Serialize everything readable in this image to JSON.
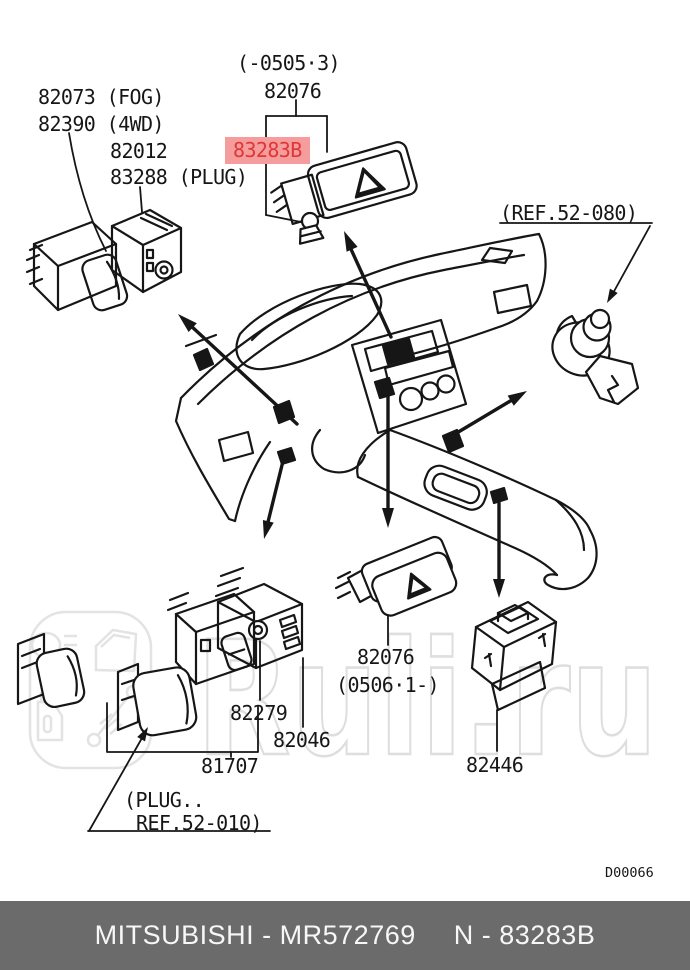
{
  "watermark": {
    "text": "Ruli.ru"
  },
  "labels": {
    "fog": "82073 (FOG)",
    "four_wd": "82390 (4WD)",
    "p82012": "82012",
    "p83288": "83288 (PLUG)",
    "range_top": "(-0505·3)",
    "p82076_top": "82076",
    "highlight": "83283B",
    "ref_080": "(REF.52-080)",
    "p82076_bottom": "82076",
    "range_bottom": "(0506·1-)",
    "p82279": "82279",
    "p82046": "82046",
    "p81707": "81707",
    "plug_line1": "(PLUG..",
    "plug_line2": "REF.52-010)",
    "p82446": "82446",
    "doc_code": "D00066"
  },
  "footer": {
    "left": "MITSUBISHI - MR572769",
    "right": "N - 83283B"
  },
  "colors": {
    "ink": "#161616",
    "highlight_bg": "#f59c9c",
    "highlight_text": "#e03636",
    "footer_bg": "#6b6b6b",
    "watermark_gray": "#dedede"
  }
}
